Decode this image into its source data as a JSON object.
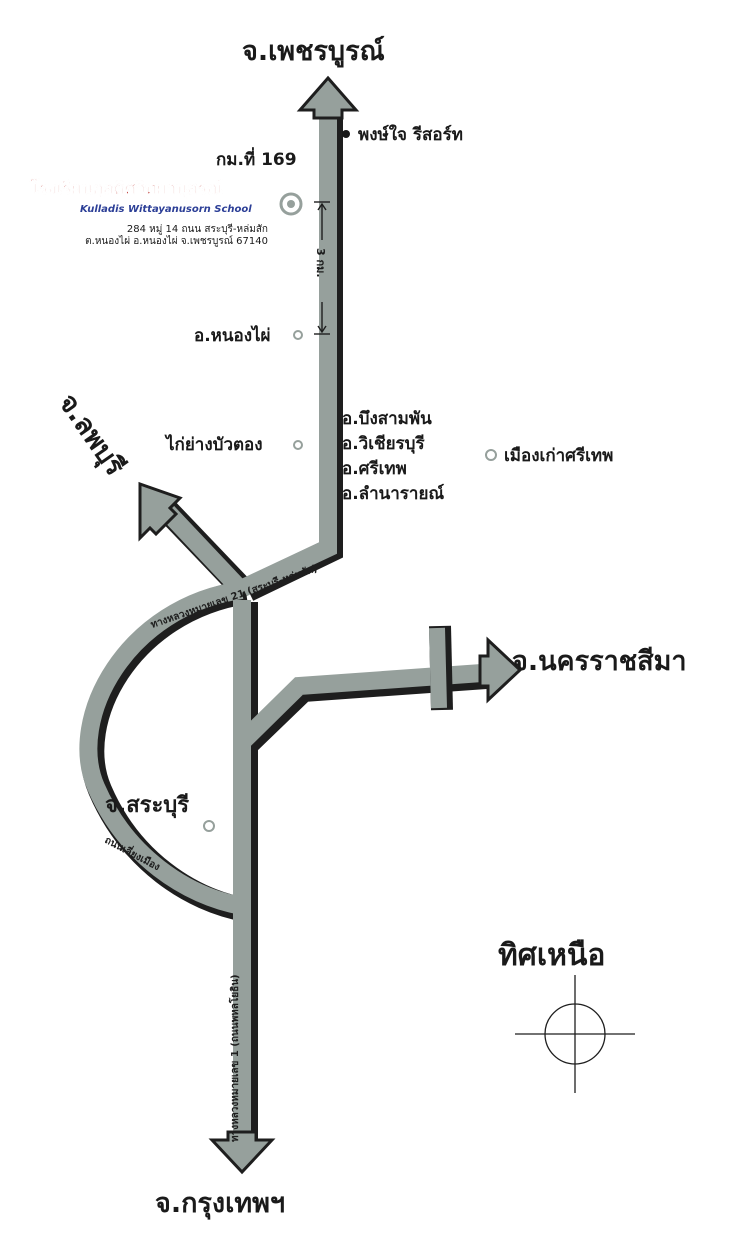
{
  "destinations": {
    "north": "จ.เพชรบูรณ์",
    "south": "จ.กรุงเทพฯ",
    "east": "จ.นครราชสีมา",
    "northwest": "จ.ลพบุรี",
    "center": "จ.สระบุรี"
  },
  "landmarks": {
    "resort": "พงษ์ใจ รีสอร์ท",
    "km_marker": "กม.ที่ 169",
    "nong_phai": "อ.หนองไผ่",
    "kaiyang": "ไก่ย่างบัวตอง",
    "districts": [
      "อ.บึงสามพัน",
      "อ.วิเชียรบุรี",
      "อ.ศรีเทพ",
      "อ.ลำนารายณ์"
    ],
    "old_city": "เมืองเก่าศรีเทพ"
  },
  "school": {
    "name_th": "โรงเรียนกุลดิศวิทยานุสรณ์",
    "name_en": "Kulladis Wittayanusorn School",
    "address_line1": "284 หมู่ 14 ถนน สระบุรี-หล่มสัก",
    "address_line2": "ต.หนองไผ่ อ.หนองไผ่ จ.เพชรบูรณ์ 67140"
  },
  "distance": "3 กม.",
  "roads": {
    "route21": "ทางหลวงหมายเลข 21 (สระบุรี-หล่มสัก)",
    "route1": "ทางหลวงหมายเลข 1 (ถนนพหลโยธิน)",
    "bypass": "ถนนเลี่ยงเมือง"
  },
  "compass": {
    "label": "ทิศเหนือ"
  },
  "colors": {
    "road": "#96a09c",
    "shadow": "#1e1e1e",
    "school_red": "#b8231f",
    "school_blue": "#2c3f97"
  }
}
